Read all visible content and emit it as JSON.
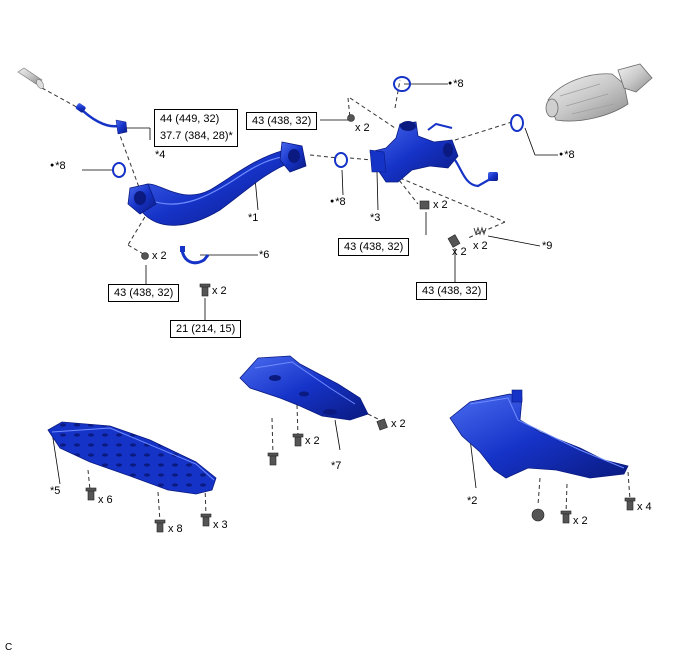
{
  "torques": {
    "t_o2_upper": "44 (449, 32)",
    "t_o2_lower": "37.7 (384, 28)*",
    "t_top_mid": "43 (438, 32)",
    "t_left_nut": "43 (438, 32)",
    "t_mid_right": "43 (438, 32)",
    "t_bottom_right": "43 (438, 32)",
    "t_bracket": "21 (214, 15)"
  },
  "callouts": {
    "c1": "*1",
    "c2": "*2",
    "c3": "*3",
    "c4": "*4",
    "c5": "*5",
    "c6": "*6",
    "c7": "*7",
    "c8a": "*8",
    "c8b": "*8",
    "c8c": "*8",
    "c8d": "*8",
    "c9": "*9"
  },
  "quantities": {
    "q_top_mid": "x 2",
    "q_left_nut": "x 2",
    "q_bracket": "x 2",
    "q_mid_right": "x 2",
    "q_bolt_bottom": "x 2",
    "q_spring": "x 2",
    "q_cover7_right": "x 2",
    "q_cover7_bolt": "x 2",
    "q_cover5_a": "x 6",
    "q_cover5_b": "x 8",
    "q_cover5_c": "x 3",
    "q_cover2_a": "x 2",
    "q_cover2_b": "x 4"
  },
  "footer": {
    "code": "C"
  },
  "colors": {
    "part_blue": "#1633c8",
    "part_dark": "#0a1a80",
    "part_light": "#4a6cf0",
    "cat_gray": "#bdbdbd"
  }
}
